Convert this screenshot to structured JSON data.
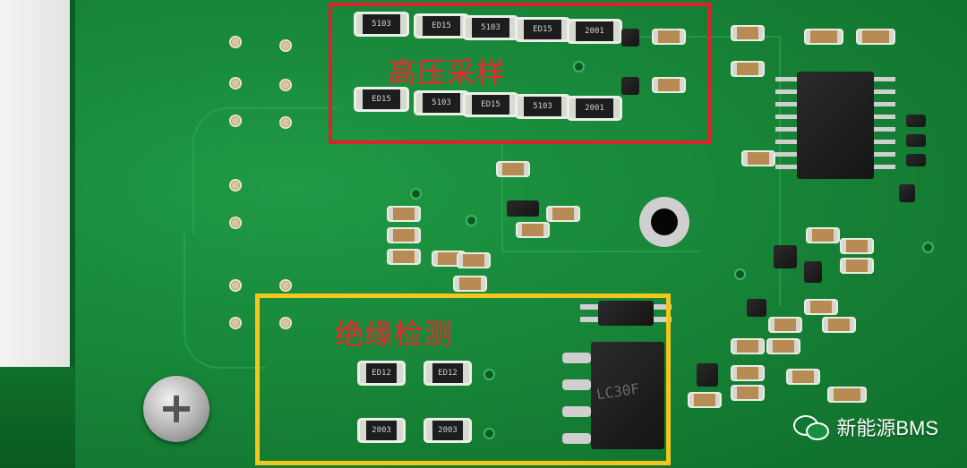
{
  "annotations": {
    "high_voltage_sampling": "高压采样",
    "insulation_detection": "绝缘检测"
  },
  "components": {
    "resistor_row1": [
      "5103",
      "ED15",
      "5103",
      "ED15",
      "2001"
    ],
    "resistor_row2": [
      "ED15",
      "5103",
      "ED15",
      "5103",
      "2001"
    ],
    "insulation_resistors": [
      "ED12",
      "ED12",
      "2003",
      "2003"
    ],
    "optocoupler_marking": "LC30F"
  },
  "watermark": {
    "text": "新能源BMS",
    "icon": "wechat-icon"
  },
  "colors": {
    "red_box": "#e0202a",
    "yellow_box": "#f3c61c",
    "pcb_green": "#1a8a3c"
  }
}
